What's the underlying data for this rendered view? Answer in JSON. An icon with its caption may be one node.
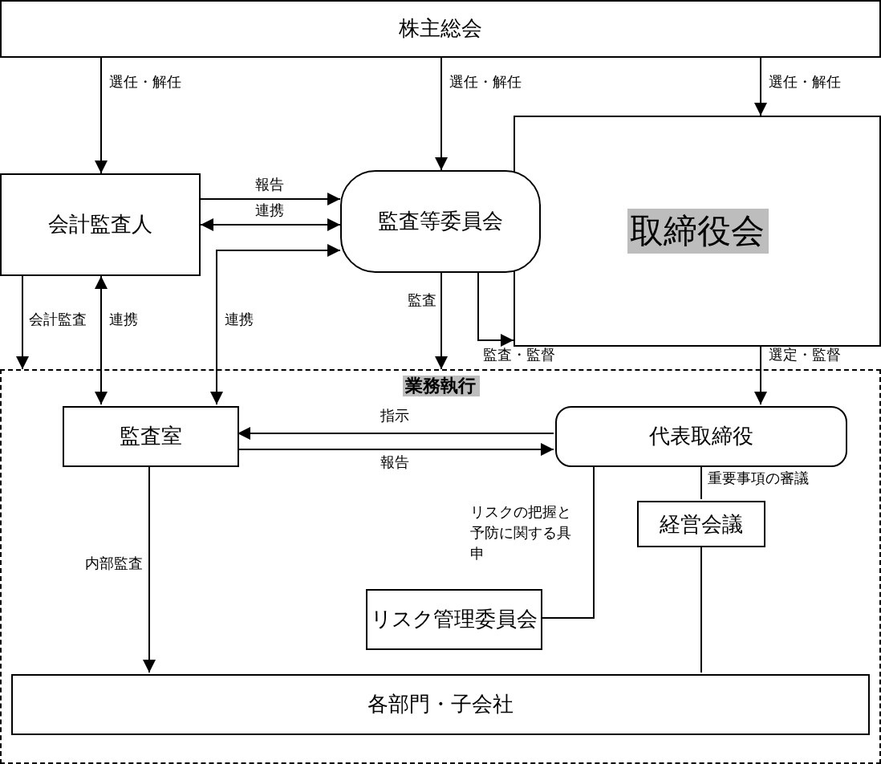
{
  "diagram": {
    "nodes": [
      {
        "text": [
          "株主総会"
        ]
      },
      {
        "text": [
          "会計監査人"
        ]
      },
      {
        "text": [
          "監査等委員会"
        ]
      },
      {
        "text": [
          "取締役会"
        ]
      },
      {
        "text": [
          "業務執行"
        ]
      },
      {
        "text": [
          "監査室"
        ],
        "in": 4
      },
      {
        "text": [
          "代表取締役"
        ],
        "in": 4
      },
      {
        "text": [
          "経営会議"
        ],
        "in": 4
      },
      {
        "text": [
          "リスク管理委員会"
        ],
        "in": 4
      },
      {
        "text": [
          "各部門・子会社"
        ],
        "in": 4
      }
    ],
    "edges": [
      {
        "from": 0,
        "to": 1,
        "arrow": "to",
        "label": "選任・解任"
      },
      {
        "from": 0,
        "to": 2,
        "arrow": "to",
        "label": "選任・解任"
      },
      {
        "from": 0,
        "to": 3,
        "arrow": "to",
        "label": "選任・解任"
      },
      {
        "from": 1,
        "to": 2,
        "arrow": "to",
        "label": "報告"
      },
      {
        "from": 1,
        "to": 2,
        "arrow": "both",
        "label": "連携"
      },
      {
        "from": 1,
        "to": 4,
        "arrow": "to",
        "label": "会計監査"
      },
      {
        "from": 5,
        "to": 1,
        "arrow": "both",
        "label": "連携"
      },
      {
        "from": 5,
        "to": 2,
        "arrow": "both",
        "label": "連携"
      },
      {
        "from": 2,
        "to": 4,
        "arrow": "to",
        "label": "監査"
      },
      {
        "from": 2,
        "to": 3,
        "arrow": "to",
        "label": "監査・監督"
      },
      {
        "from": 3,
        "to": 6,
        "arrow": "to",
        "label": "選定・監督"
      },
      {
        "from": 6,
        "to": 5,
        "arrow": "to",
        "label": "指示"
      },
      {
        "from": 5,
        "to": 6,
        "arrow": "to",
        "label": "報告"
      },
      {
        "from": 6,
        "to": 7,
        "arrow": "none",
        "label": "重要事項の審議"
      },
      {
        "from": 8,
        "to": 6,
        "arrow": "none",
        "label": "リスクの把握と予防に関する具申"
      },
      {
        "from": 5,
        "to": 9,
        "arrow": "to",
        "label": "内部監査"
      },
      {
        "from": 7,
        "to": 9,
        "arrow": "none"
      }
    ]
  }
}
